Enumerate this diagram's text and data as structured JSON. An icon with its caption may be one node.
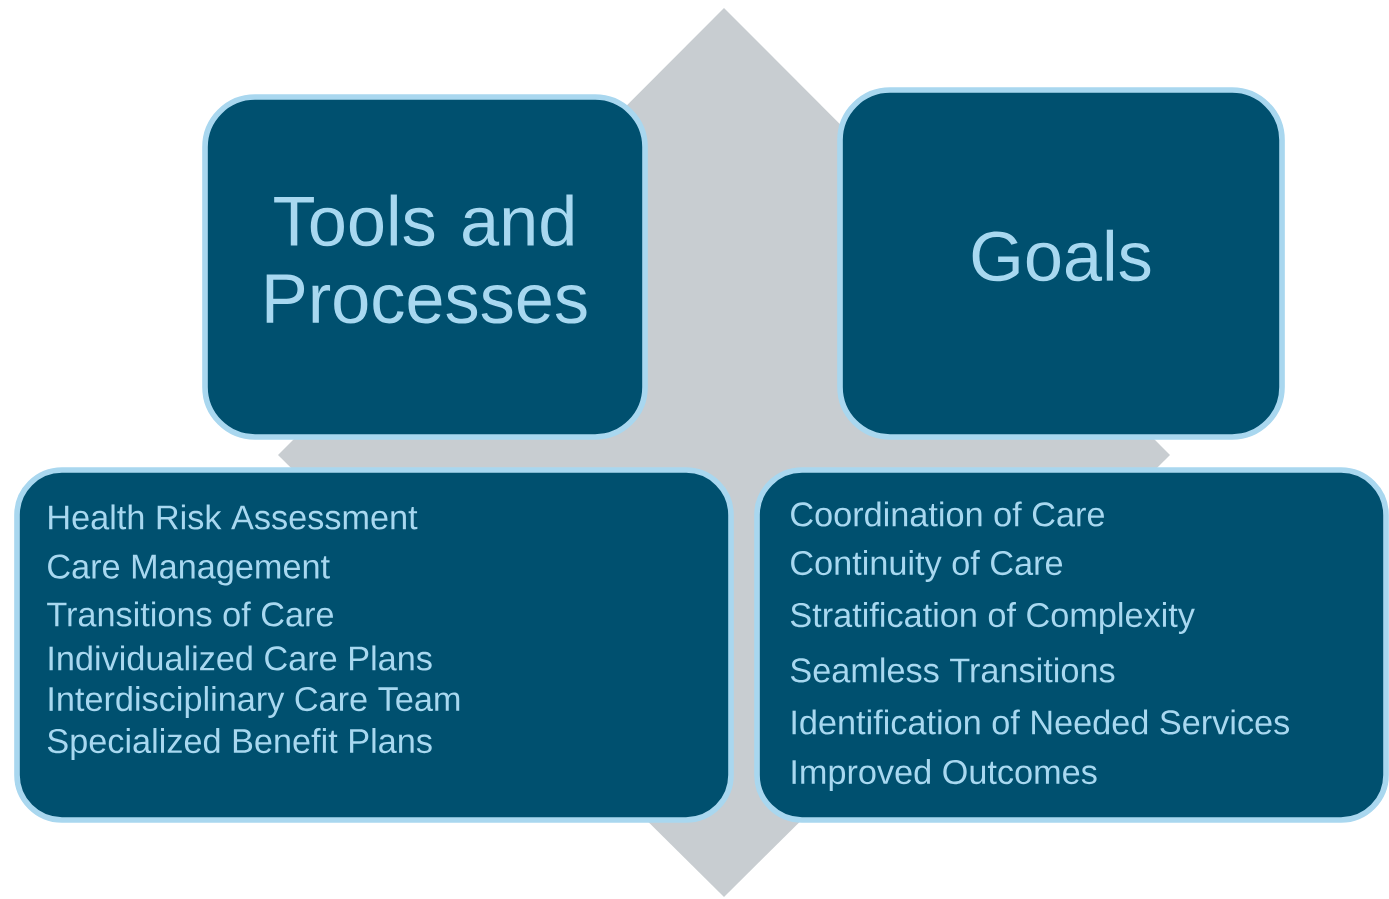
{
  "diagram": {
    "nodes": [
      {
        "text": [
          "Tools and Processes"
        ]
      },
      {
        "text": [
          "Goals"
        ]
      },
      {
        "text": [
          "Health Risk Assessment",
          "Care Management",
          "Transitions of Care",
          "Individualized Care Plans",
          "Interdisciplinary Care Team",
          "Specialized Benefit Plans"
        ]
      },
      {
        "text": [
          "Coordination of Care",
          "Continuity of Care",
          "Stratification of Complexity",
          "Seamless Transitions",
          "Identification of Needed Services",
          "Improved Outcomes"
        ]
      }
    ]
  }
}
